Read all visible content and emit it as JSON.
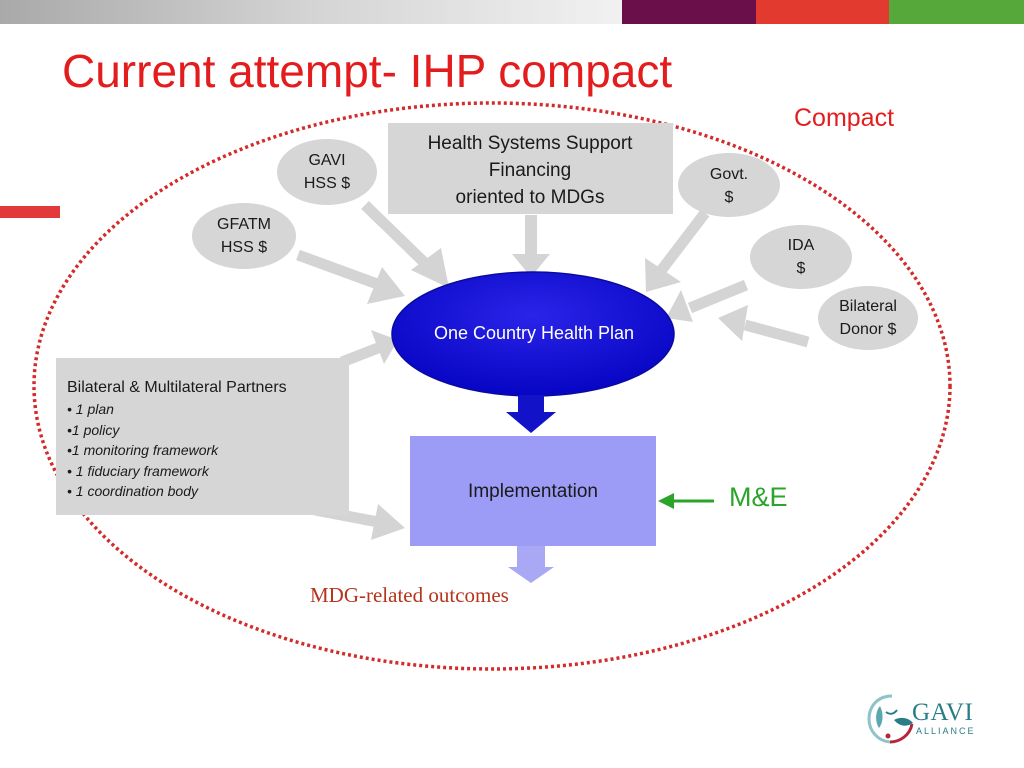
{
  "slide": {
    "title": "Current attempt-  IHP compact",
    "compact_label": "Compact",
    "me_label": "M&E",
    "outcomes_label": "MDG-related outcomes"
  },
  "diagram": {
    "hss_box": [
      "Health Systems Support",
      "Financing",
      "oriented to MDGs"
    ],
    "sources": {
      "gavi": [
        "GAVI",
        "HSS $"
      ],
      "gfatm": [
        "GFATM",
        "HSS $"
      ],
      "govt": [
        "Govt.",
        "$"
      ],
      "ida": [
        "IDA",
        "$"
      ],
      "bilateral": [
        "Bilateral",
        "Donor $"
      ]
    },
    "plan_label": "One Country Health Plan",
    "implementation_label": "Implementation",
    "partners": {
      "heading": "Bilateral & Multilateral Partners",
      "items": [
        "• 1 plan",
        "•1 policy",
        "•1 monitoring framework",
        "• 1 fiduciary framework",
        "• 1 coordination body"
      ]
    }
  },
  "logo": {
    "name": "GAVI",
    "sub": "ALLIANCE"
  },
  "colors": {
    "title_red": "#e31d1d",
    "plan_blue": "#0a08c9",
    "implementation_fill": "#9c9cf7",
    "me_green": "#2aa52a",
    "outcomes_text": "#b5341c"
  }
}
